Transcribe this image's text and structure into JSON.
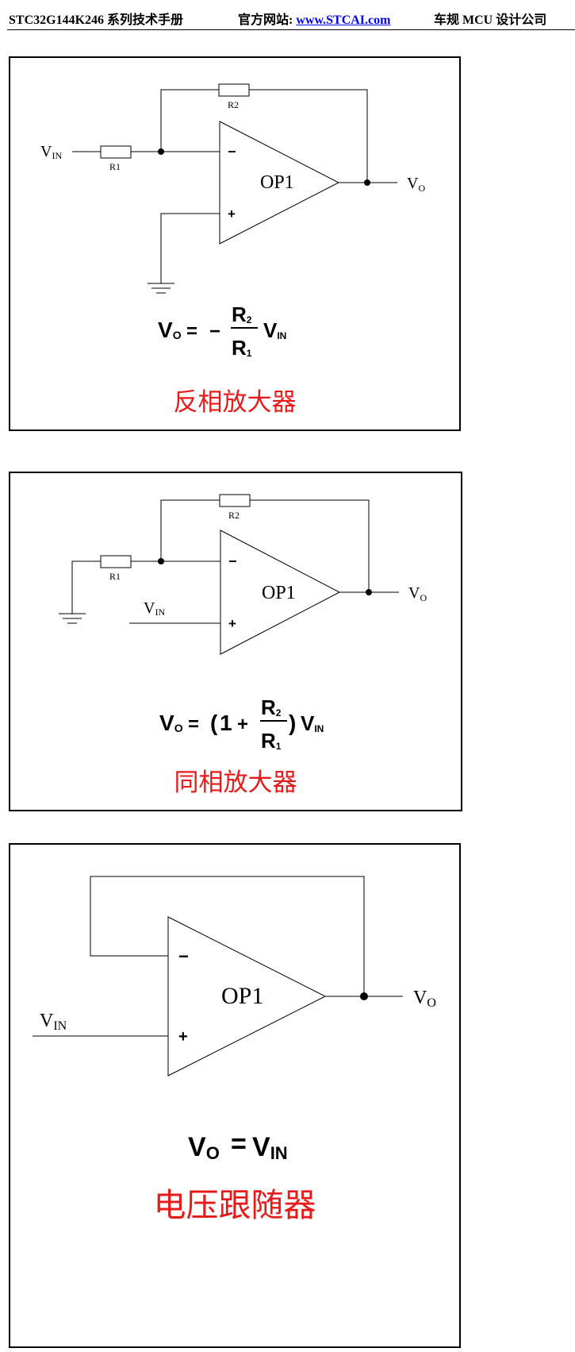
{
  "header": {
    "manual_title": "STC32G144K246 系列技术手册",
    "site_label": "官方网站:",
    "site_url": "www.STCAI.com",
    "company": "车规 MCU 设计公司"
  },
  "figures": [
    {
      "caption": "反相放大器",
      "op_label": "OP1",
      "r1_label": "R1",
      "r2_label": "R2",
      "vin_label": "V",
      "vin_sub": "IN",
      "vo_label": "V",
      "vo_sub": "O",
      "minus_sign": "−",
      "plus_sign": "+",
      "formula": {
        "lhs": "V",
        "lhs_sub": "O",
        "eq": "=",
        "neg": "−",
        "num": "R",
        "num_sub": "2",
        "den": "R",
        "den_sub": "1",
        "rhs": "V",
        "rhs_sub": "IN"
      }
    },
    {
      "caption": "同相放大器",
      "op_label": "OP1",
      "r1_label": "R1",
      "r2_label": "R2",
      "vin_label": "V",
      "vin_sub": "IN",
      "vo_label": "V",
      "vo_sub": "O",
      "minus_sign": "−",
      "plus_sign": "+",
      "formula": {
        "lhs": "V",
        "lhs_sub": "O",
        "eq": "=",
        "lparen": "(",
        "one": "1",
        "plus": "+",
        "num": "R",
        "num_sub": "2",
        "den": "R",
        "den_sub": "1",
        "rparen": ")",
        "rhs": "V",
        "rhs_sub": "IN"
      }
    },
    {
      "caption": "电压跟随器",
      "op_label": "OP1",
      "vin_label": "V",
      "vin_sub": "IN",
      "vo_label": "V",
      "vo_sub": "O",
      "minus_sign": "−",
      "plus_sign": "+",
      "formula": {
        "lhs": "V",
        "lhs_sub": "O",
        "eq": "=",
        "rhs": "V",
        "rhs_sub": "IN"
      }
    }
  ]
}
